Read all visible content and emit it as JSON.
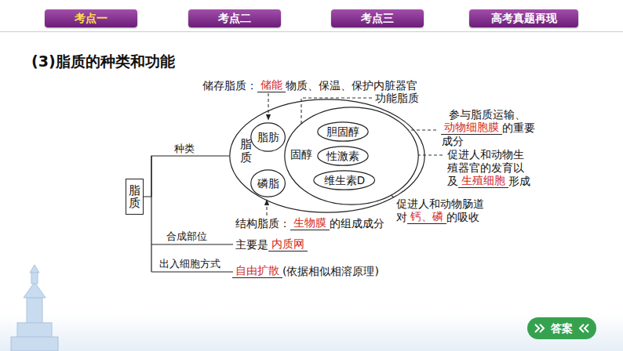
{
  "diagram": {
    "title": "(3)脂质的种类和功能",
    "nodes": [
      {
        "text": [
          "脂质"
        ]
      },
      {
        "text": [
          "脂质"
        ]
      },
      {
        "text": [
          "脂肪"
        ],
        "in": 1
      },
      {
        "text": [
          "磷脂"
        ],
        "in": 1
      },
      {
        "text": [
          "固醇"
        ],
        "in": 1
      },
      {
        "text": [
          "胆固醇"
        ],
        "in": 4
      },
      {
        "text": [
          "性激素"
        ],
        "in": 4
      },
      {
        "text": [
          "维生素D"
        ],
        "in": 4
      },
      {
        "text": [
          "考点一"
        ]
      },
      {
        "text": [
          "考点二"
        ]
      },
      {
        "text": [
          "考点三"
        ]
      },
      {
        "text": [
          "高考真题再现"
        ]
      },
      {
        "text": [
          "答案"
        ]
      }
    ],
    "edges": [
      {
        "from": 0,
        "to": 1,
        "label": "种类",
        "arrow": "none"
      }
    ],
    "labels": [
      "储存脂质：",
      "储能",
      "物质、保温、保护内脏器官",
      "功能脂质",
      "参与脂质运输、",
      "动物细胞膜",
      "的重要",
      "成分",
      "促进人和动物生",
      "殖器官的发育以",
      "及",
      "生殖细胞",
      "形成",
      "促进人和动物肠道",
      "对",
      "钙、磷",
      "的吸收",
      "结构脂质：",
      "生物膜",
      "的组成成分",
      "合成部位",
      "主要是",
      "内质网",
      "出入细胞方式",
      "自由扩散",
      "(依据相似相溶原理)"
    ]
  }
}
